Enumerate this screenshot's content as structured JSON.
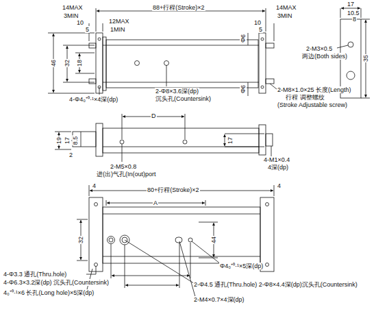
{
  "diagram": {
    "labels": [
      "14MAX",
      "3MIN",
      "10",
      "5",
      "88+行程(Stroke)×2",
      "12MAX",
      "1MIN",
      "14MAX",
      "3MIN",
      "10",
      "5",
      "46",
      "32",
      "18",
      "Φ6",
      "Φ6",
      "4-Φ4₀⁺⁰·¹×4深(dp)",
      "2-Φ8×3.6深(dp)",
      "沉头孔(Countersink)",
      "2-M8×1.0×25 长度(Length)",
      "行程 调整螺纹",
      "(Stroke Adjustable screw)",
      "17",
      "10.5",
      "8",
      "2-M3×0.5",
      "两边(Both sides)",
      "35",
      "D",
      "19",
      "17",
      "8.5",
      "2",
      "2-M5×0.8",
      "进(出)气孔(In(out)port",
      "17",
      "4-M1×0.4",
      "4深(dp)",
      "4",
      "80+行程(Stroke)×2",
      "4",
      "A",
      "32",
      "44",
      "4-Φ3.3 通孔(Thru.hole)",
      "4-Φ6.3×3.2深(dp) 沉头孔(Countersink)",
      "4₀⁺⁰·¹×6 长孔(Long hole)×5深(dp)",
      "Φ4₀⁺⁰·¹×5深(dp)",
      "2-Φ4.5 通孔(Thru.hole) 2-Φ8×4.4深(dp)沉头孔(Countersink)",
      "2-M4×0.7×4深(dp)"
    ]
  }
}
